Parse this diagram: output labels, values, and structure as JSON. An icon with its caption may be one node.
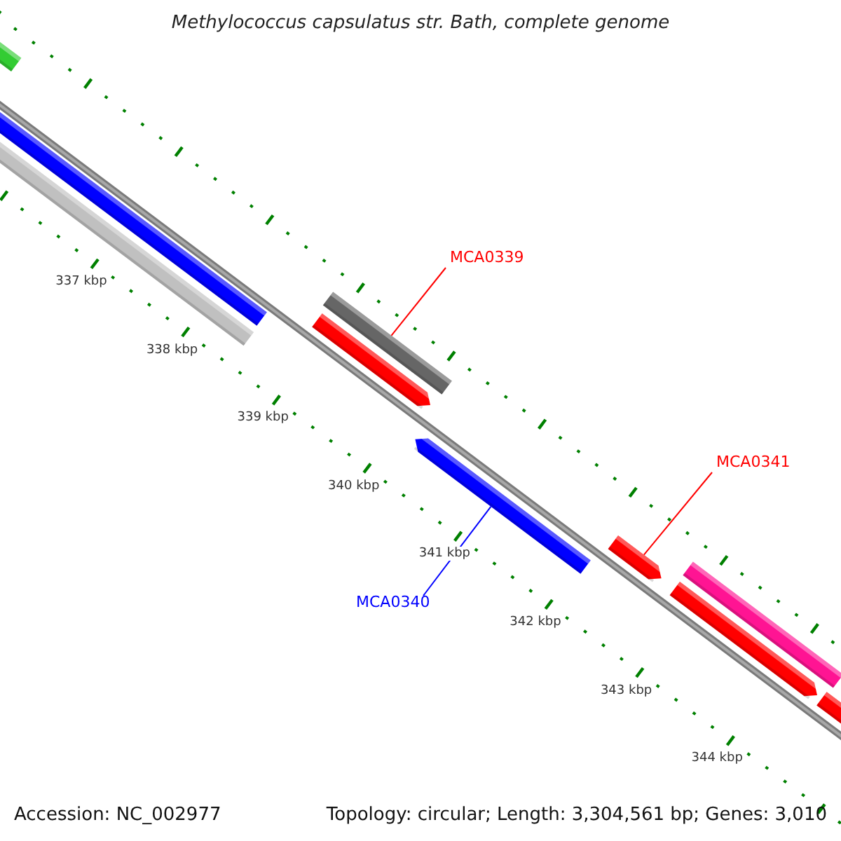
{
  "diagram": {
    "title": "Methylococcus capsulatus str. Bath, complete genome",
    "nodes": [
      {
        "text": [
          "MCA0339"
        ]
      },
      {
        "text": [],
        "shape": "bar"
      },
      {
        "text": [
          "MCA0341"
        ]
      },
      {
        "text": [],
        "shape": "bar"
      },
      {
        "text": [
          "MCA0340"
        ]
      },
      {
        "text": [],
        "shape": "bar"
      }
    ],
    "edges": [
      {
        "from": 0,
        "to": 1,
        "arrow": "none"
      },
      {
        "from": 2,
        "to": 3,
        "arrow": "none"
      },
      {
        "from": 4,
        "to": 5,
        "arrow": "none",
        "color": "#0000ff"
      }
    ],
    "labels": [
      "337 kbp",
      "338 kbp",
      "339 kbp",
      "340 kbp",
      "341 kbp",
      "342 kbp",
      "343 kbp",
      "344 kbp",
      "Accession: NC_002977",
      "Topology: circular; Length: 3,304,561 bp; Genes: 3,010"
    ]
  }
}
